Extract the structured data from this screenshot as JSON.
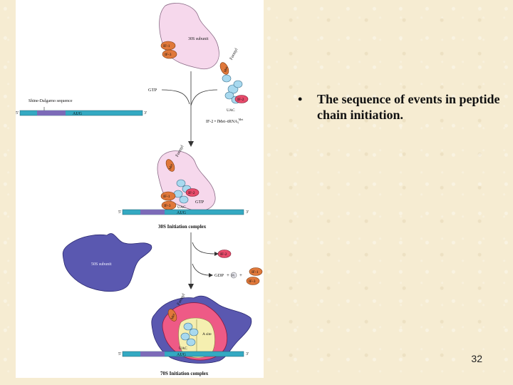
{
  "slide": {
    "bullet": "The sequence of events in peptide chain initiation.",
    "bullet_marker": "•",
    "page_number": "32"
  },
  "figure": {
    "subunit_30s": "30S subunit",
    "subunit_50s": "50S subunit",
    "if1": "IF-1",
    "if2": "IF-2",
    "if3": "IF-3",
    "met": "Met",
    "formyl": "Formyl",
    "gtp": "GTP",
    "uac": "UAC",
    "aug": "AUG",
    "five_prime": "5′",
    "three_prime": "3′",
    "shine_dalgarno": "Shine-Dalgarno sequence",
    "if2_complex": "IF-2 • fMet–tRNA",
    "if2_complex_sup": "Met",
    "if2_complex_sub": "f",
    "complex_30s": "30S Initiation complex",
    "complex_70s": "70S Initiation complex",
    "gdp": "GDP",
    "pi": "Pi",
    "plus": "+",
    "a_site": "A site"
  },
  "colors": {
    "subunit30s": "#f6d8ec",
    "subunit50s": "#5a58b0",
    "mrna_blue": "#34a9c2",
    "mrna_purple": "#7c6bb8",
    "if_orange": "#e0783a",
    "if_red": "#e64a6a",
    "ribo_pink": "#ee5a86",
    "ribo_yellow": "#f5efb0",
    "trna_blue": "#a8d9ef"
  }
}
